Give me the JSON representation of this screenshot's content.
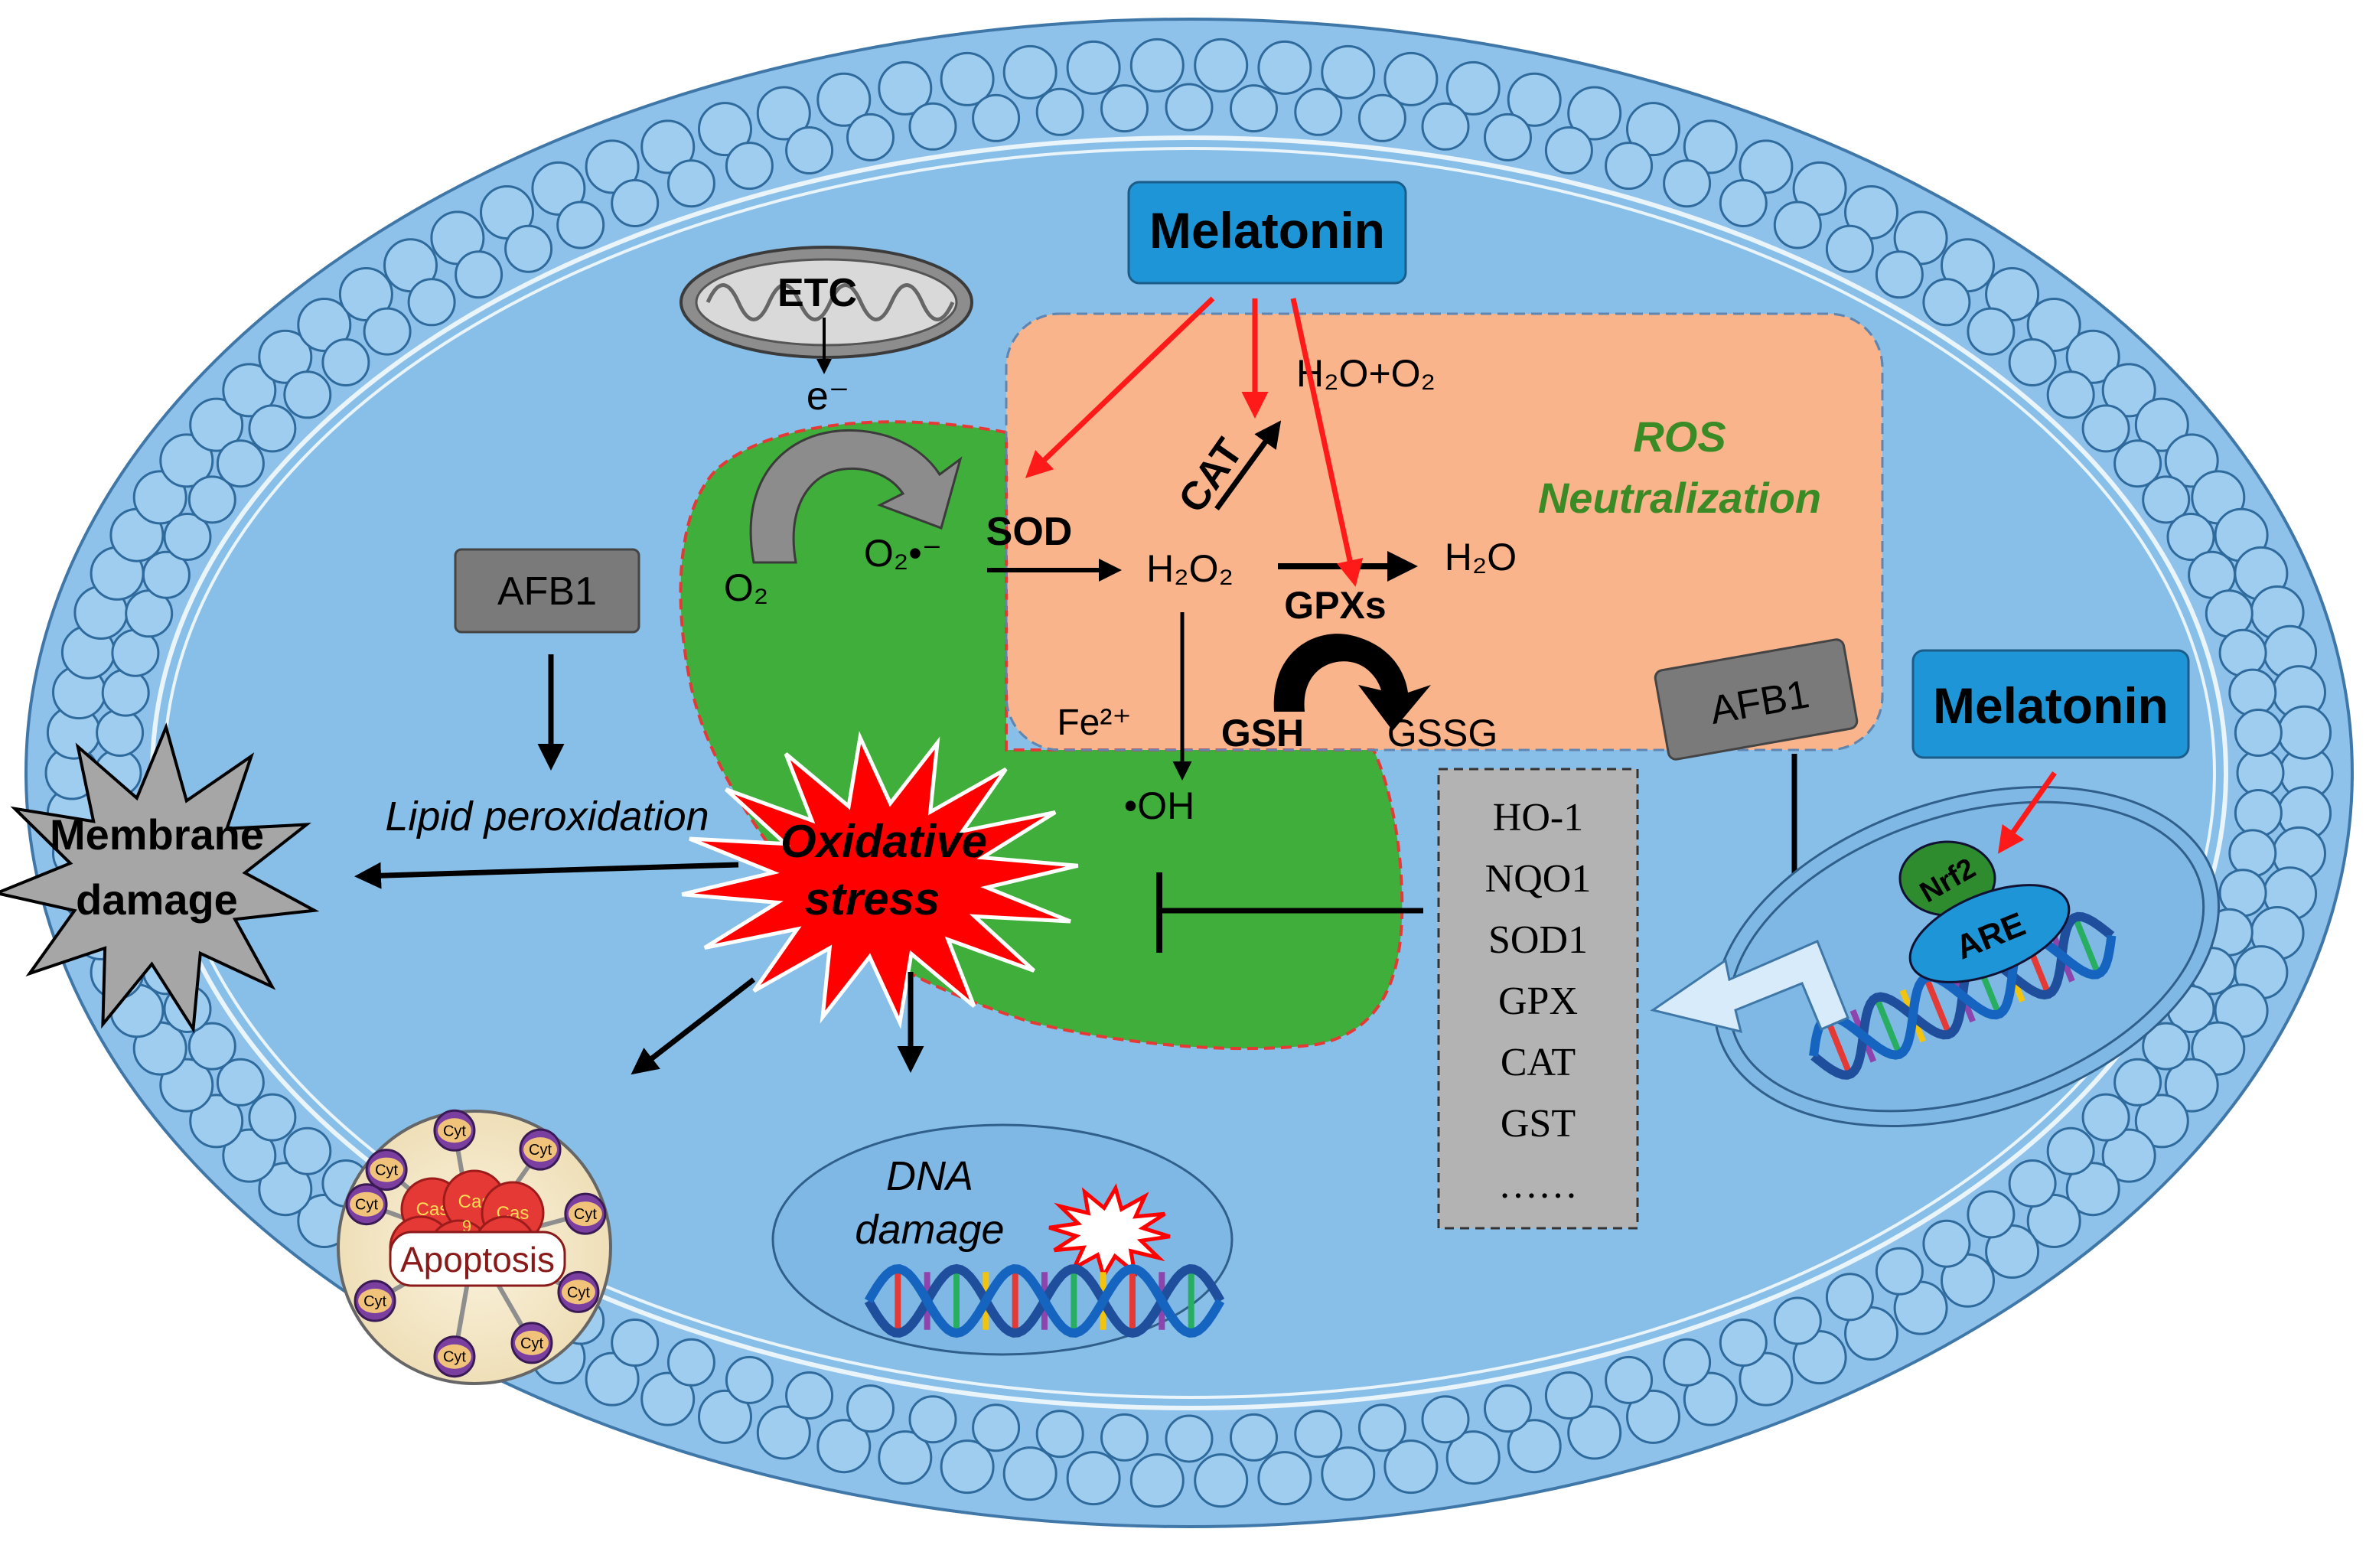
{
  "colors": {
    "membrane": "#8fc2ea",
    "membrane_edge": "#3f78a8",
    "cytoplasm": "#88bfe8",
    "ros_box": "#f9b48b",
    "ros_box_edge": "#5f86b0",
    "ros_zone": "#3fae3a",
    "ros_zone_edge": "#e53935",
    "melatonin_box": "#1d95d6",
    "afb1_box": "#7a7a7a",
    "gene_box": "#b3b3b3",
    "oxidative_star": "#ff0000",
    "red_arrow": "#ff1a1a",
    "neutralization_text": "#3a8b25"
  },
  "mito": {
    "label": "ETC",
    "electron": "e⁻",
    "icon": "mitochondrion-icon"
  },
  "ros": {
    "o2": "O₂",
    "superoxide": "O₂•⁻",
    "sod": "SOD",
    "h2o2": "H₂O₂",
    "cat": "CAT",
    "h2o_o2": "H₂O+O₂",
    "gpxs": "GPXs",
    "h2o": "H₂O",
    "gsh": "GSH",
    "gssg": "GSSG",
    "fe": "Fe²⁺",
    "oh": "•OH",
    "neutralization_title_1": "ROS",
    "neutralization_title_2": "Neutralization"
  },
  "melatonin_top": "Melatonin",
  "melatonin_right": "Melatonin",
  "afb1_left": "AFB1",
  "afb1_right": "AFB1",
  "lipid": "Lipid peroxidation",
  "membrane_damage": {
    "line1": "Membrane",
    "line2": "damage"
  },
  "oxidative_stress": {
    "line1": "Oxidative",
    "line2": "stress"
  },
  "dna_damage": {
    "line1": "DNA",
    "line2": "damage"
  },
  "apoptosis": {
    "label": "Apoptosis",
    "cyt": "Cyt",
    "cas": "Cas",
    "cas_number": "9"
  },
  "nucleus": {
    "nrf2": "Nrf2",
    "are": "ARE"
  },
  "genes": [
    "HO-1",
    "NQO1",
    "SOD1",
    "GPX",
    "CAT",
    "GST",
    "……"
  ]
}
